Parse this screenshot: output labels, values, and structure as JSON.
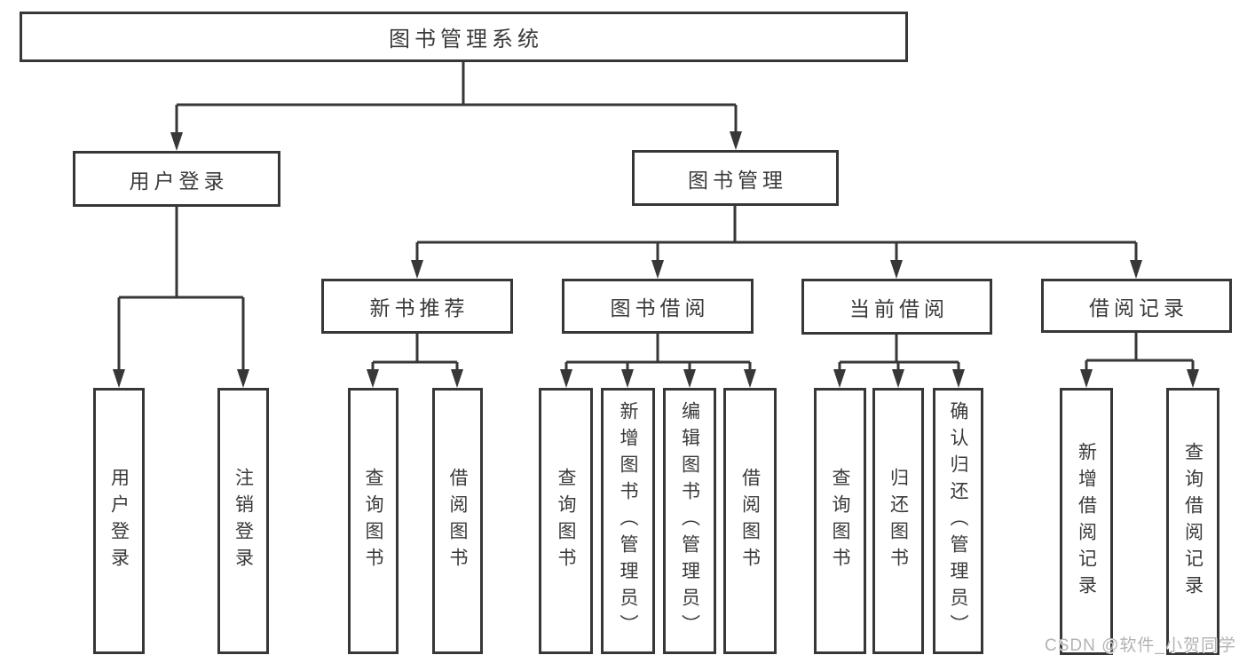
{
  "colors": {
    "stroke": "#373737",
    "text": "#3a3a3a",
    "background": "#ffffff",
    "watermark": "#b3b3b3"
  },
  "tree": {
    "root": {
      "label": "图书管理系统"
    },
    "branches": [
      {
        "label": "用户登录",
        "children": [
          {
            "label": "用户登录"
          },
          {
            "label": "注销登录"
          }
        ]
      },
      {
        "label": "图书管理",
        "children": [
          {
            "label": "新书推荐",
            "children": [
              {
                "label": "查询图书"
              },
              {
                "label": "借阅图书"
              }
            ]
          },
          {
            "label": "图书借阅",
            "children": [
              {
                "label": "查询图书"
              },
              {
                "label": "新增图书（管理员）"
              },
              {
                "label": "编辑图书（管理员）"
              },
              {
                "label": "借阅图书"
              }
            ]
          },
          {
            "label": "当前借阅",
            "children": [
              {
                "label": "查询图书"
              },
              {
                "label": "归还图书"
              },
              {
                "label": "确认归还（管理员）"
              }
            ]
          },
          {
            "label": "借阅记录",
            "children": [
              {
                "label": "新增借阅记录"
              },
              {
                "label": "查询借阅记录"
              }
            ]
          }
        ]
      }
    ]
  },
  "watermark": {
    "text": "CSDN @软件_小贺同学"
  }
}
